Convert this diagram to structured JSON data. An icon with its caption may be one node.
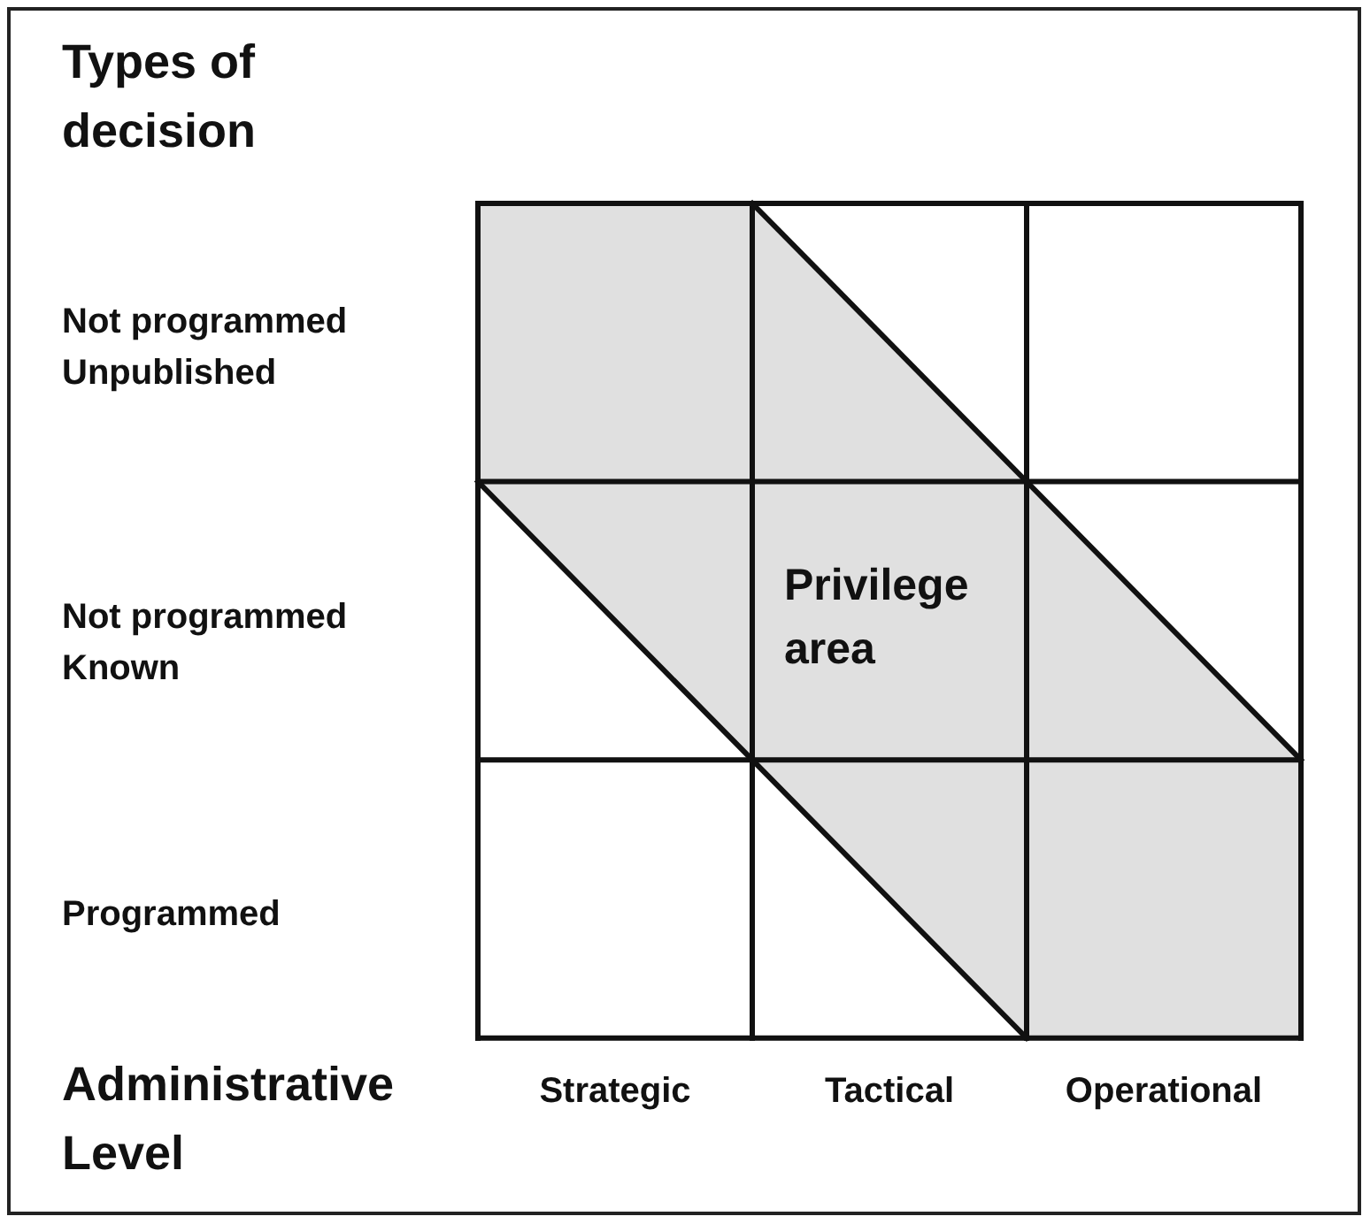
{
  "diagram": {
    "labels": [
      "Types of decision",
      "Not programmed Unpublished",
      "Privilege area",
      "Not programmed Known",
      "Programmed",
      "Administrative Level",
      "Strategic",
      "Tactical",
      "Operational"
    ]
  }
}
